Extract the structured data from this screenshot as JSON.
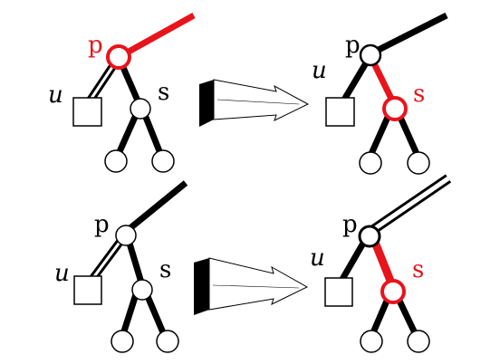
{
  "labels": {
    "p": "p",
    "s": "s",
    "u": "u"
  },
  "colors": {
    "red": "#e8141b",
    "black": "#000000",
    "white": "#ffffff"
  }
}
